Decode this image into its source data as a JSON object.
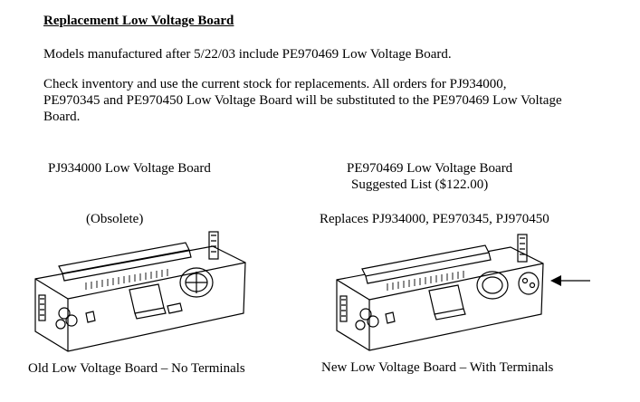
{
  "document": {
    "heading": "Replacement Low Voltage Board",
    "para1": "Models manufactured after 5/22/03 include PE970469 Low Voltage Board.",
    "para2_line1": "Check inventory and use the current stock for replacements.   All orders for PJ934000,",
    "para2_line2": "PE970345 and PE970450 Low Voltage Board will be substituted to the PE970469 Low Voltage",
    "para2_line3": "Board."
  },
  "left_board": {
    "title": "PJ934000 Low Voltage Board",
    "status": "(Obsolete)",
    "caption": "Old Low Voltage Board – No Terminals"
  },
  "right_board": {
    "title": "PE970469 Low Voltage Board",
    "price": "Suggested List ($122.00)",
    "replaces": "Replaces PJ934000, PE970345, PJ970450",
    "caption": "New Low Voltage Board – With Terminals"
  },
  "icons": {
    "pointer": "arrow-left-icon"
  }
}
